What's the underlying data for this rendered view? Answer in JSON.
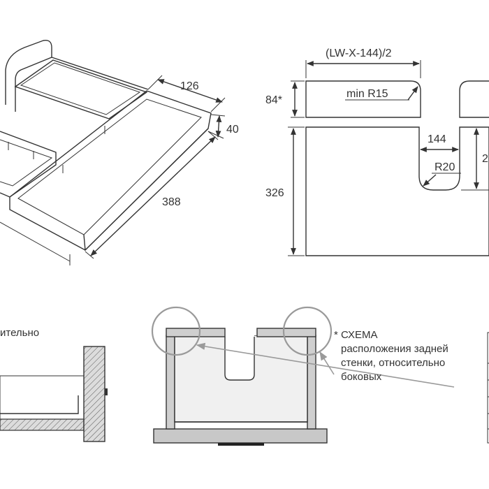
{
  "tray_view": {
    "dim_width": "126",
    "dim_height": "40",
    "dim_length": "388"
  },
  "back_panel_view": {
    "dim_top_width": "(LW-X-144)/2",
    "dim_top_height": "84*",
    "dim_radius_top": "min R15",
    "dim_cutout_width": "144",
    "dim_radius_cutout": "R20",
    "dim_total_height": "326",
    "dim_cutout_depth_partial": "2"
  },
  "section_view": {
    "caption_fragment": "ительно"
  },
  "scheme_view": {
    "note_line_1": "* СХЕМА",
    "note_line_2": "расположения задней",
    "note_line_3": "стенки, относительно",
    "note_line_4": "боковых"
  },
  "colors": {
    "line": "#333333",
    "panel_fill": "#f0f0f0",
    "wall_fill": "#cfcfcf",
    "pointer": "#9a9a9a"
  }
}
